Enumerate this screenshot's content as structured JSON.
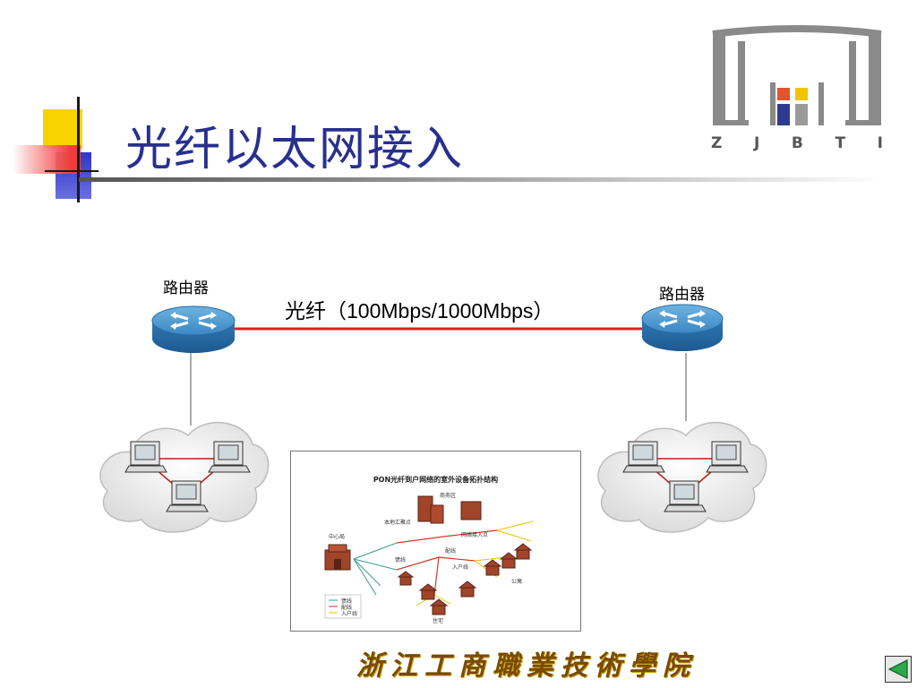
{
  "slide": {
    "title": "光纤以太网接入"
  },
  "logo": {
    "letters": [
      "Z",
      "J",
      "B",
      "T",
      "I"
    ]
  },
  "diagram": {
    "router_left_label": "路由器",
    "router_right_label": "路由器",
    "link_label_prefix": "光纤（",
    "link_label_value": "100Mbps/1000Mbps",
    "link_label_suffix": "）",
    "link_color": "#e02020"
  },
  "inset": {
    "title": "PON光纤到户网络的室外设备拓扑结构",
    "labels": {
      "business": "商务区",
      "local_node": "本地汇聚点",
      "access_point": "网络接入点",
      "central_office": "中心局",
      "feeder": "馈线",
      "distribution": "配线",
      "drop": "入户线",
      "apartment": "公寓",
      "residence": "住宅"
    },
    "legend": [
      "馈线",
      "配线",
      "入户线"
    ]
  },
  "footer": {
    "college": "浙江工商職業技術學院"
  },
  "nav": {
    "icon": "back-triangle-icon"
  }
}
